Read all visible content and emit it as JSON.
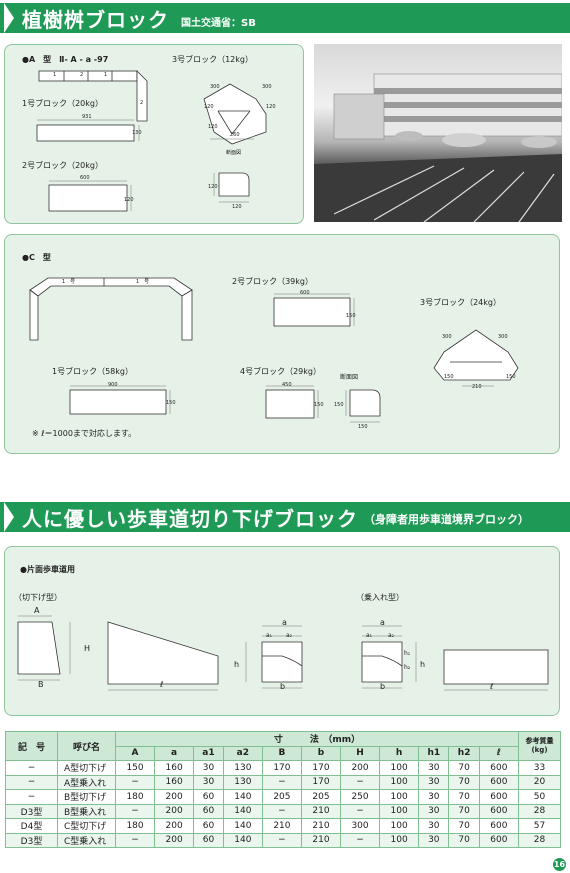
{
  "section1": {
    "title": "植樹桝ブロック",
    "subtitle": "国土交通省：SB"
  },
  "panelA": {
    "heading": "●A　型　Ⅱ- A - a -97",
    "block1": "1号ブロック（20kg）",
    "block2": "2号ブロック（20kg）",
    "block3": "3号ブロック（12kg）",
    "dim_931": "931",
    "dim_130a": "130",
    "dim_600": "600",
    "dim_120a": "120",
    "dim_300a": "300",
    "dim_300b": "300",
    "dim_120b": "120",
    "dim_120c": "120",
    "dim_120d": "120",
    "dim_260": "260",
    "section_label": "断面図",
    "sec_120a": "120",
    "sec_120b": "120",
    "frame_a": "1",
    "frame_b": "2",
    "frame_c": "1",
    "frame_d": "2"
  },
  "panelC": {
    "heading": "●C　型",
    "block1": "1号ブロック（58kg）",
    "block2": "2号ブロック（39kg）",
    "block3": "3号ブロック（24kg）",
    "block4": "4号ブロック（29kg）",
    "section_label": "断面図",
    "note": "※ ℓ＝1000まで対応します。",
    "dim_900": "900",
    "dim_150a": "150",
    "dim_600": "600",
    "dim_150b": "150",
    "dim_450": "450",
    "dim_150c": "150",
    "dim_150d": "150",
    "dim_150e": "150",
    "dim_300a": "300",
    "dim_300b": "300",
    "dim_210": "210",
    "dim_150f": "150",
    "dim_150g": "150",
    "frame_a": "1　号",
    "frame_b": "1　号"
  },
  "section2": {
    "title": "人に優しい歩車道切り下げブロック",
    "subtitle": "（身障者用歩車道境界ブロック）"
  },
  "panel2": {
    "heading": "●片面歩車道用",
    "cut_type": "（切下げ型）",
    "ride_type": "（乗入れ型）",
    "lbl_A": "A",
    "lbl_H": "H",
    "lbl_B": "B",
    "lbl_l": "ℓ",
    "lbl_a": "a",
    "lbl_a1": "a₁",
    "lbl_a2": "a₂",
    "lbl_h": "h",
    "lbl_b": "b",
    "lbl_a_r": "a",
    "lbl_a1_r": "a₁",
    "lbl_a2_r": "a₂",
    "lbl_h1": "h₁",
    "lbl_h2": "h₂",
    "lbl_h_r": "h",
    "lbl_b_r": "b",
    "lbl_l_r": "ℓ"
  },
  "table": {
    "h_code": "記　号",
    "h_name": "呼び名",
    "h_dims": "寸　　　法　（mm）",
    "h_weight": "参考質量 (kg)",
    "cols": [
      "A",
      "a",
      "a1",
      "a2",
      "B",
      "b",
      "H",
      "h",
      "h1",
      "h2",
      "ℓ"
    ],
    "rows": [
      [
        "−",
        "A型切下げ",
        "150",
        "160",
        "30",
        "130",
        "170",
        "170",
        "200",
        "100",
        "30",
        "70",
        "600",
        "33"
      ],
      [
        "−",
        "A型乗入れ",
        "−",
        "160",
        "30",
        "130",
        "−",
        "170",
        "−",
        "100",
        "30",
        "70",
        "600",
        "20"
      ],
      [
        "−",
        "B型切下げ",
        "180",
        "200",
        "60",
        "140",
        "205",
        "205",
        "250",
        "100",
        "30",
        "70",
        "600",
        "50"
      ],
      [
        "D3型",
        "B型乗入れ",
        "−",
        "200",
        "60",
        "140",
        "−",
        "210",
        "−",
        "100",
        "30",
        "70",
        "600",
        "28"
      ],
      [
        "D4型",
        "C型切下げ",
        "180",
        "200",
        "60",
        "140",
        "210",
        "210",
        "300",
        "100",
        "30",
        "70",
        "600",
        "57"
      ],
      [
        "D3型",
        "C型乗入れ",
        "−",
        "200",
        "60",
        "140",
        "−",
        "210",
        "−",
        "100",
        "30",
        "70",
        "600",
        "28"
      ]
    ]
  },
  "page_number": "16"
}
